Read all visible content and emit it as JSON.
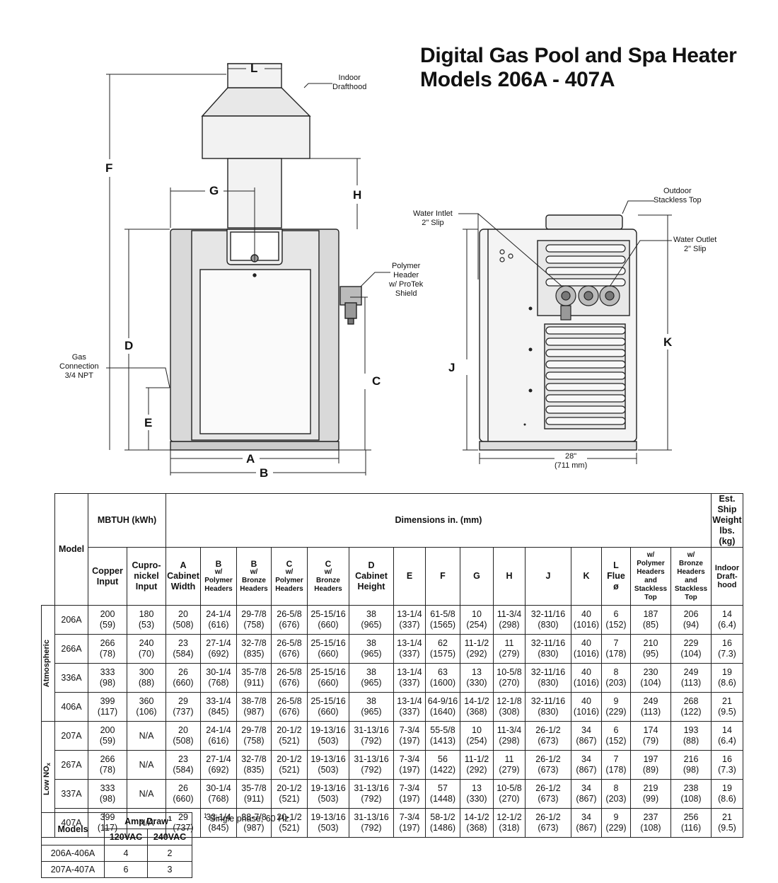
{
  "title": {
    "line1": "Digital Gas Pool and Spa Heater",
    "line2": "Models 206A - 407A"
  },
  "diagram": {
    "labels": {
      "indoor_drafthood": [
        "Indoor",
        "Drafthood"
      ],
      "gas_connection": [
        "Gas",
        "Connection",
        "3/4 NPT"
      ],
      "polymer_header": [
        "Polymer",
        "Header",
        "w/ ProTek",
        "Shield"
      ],
      "water_inlet": [
        "Water Intlet",
        "2\" Slip"
      ],
      "outdoor_top": [
        "Outdoor",
        "Stackless Top"
      ],
      "water_outlet": [
        "Water Outlet",
        "2\" Slip"
      ],
      "width_28": [
        "28\"",
        "(711 mm)"
      ]
    },
    "letters": {
      "L": "L",
      "F": "F",
      "G": "G",
      "H": "H",
      "D": "D",
      "C": "C",
      "E": "E",
      "A": "A",
      "B": "B",
      "J": "J",
      "K": "K"
    }
  },
  "table": {
    "group_mbtuh": "MBTUH (kWh)",
    "group_dims": "Dimensions in. (mm)",
    "group_weight": "Est. Ship Weight lbs. (kg)",
    "col_model": "Model",
    "col_copper": [
      "Copper",
      "Input"
    ],
    "col_cupro": [
      "Cupro-",
      "nickel",
      "Input"
    ],
    "col_A": [
      "A",
      "Cabinet",
      "Width"
    ],
    "col_B1": [
      "B",
      "w/",
      "Polymer",
      "Headers"
    ],
    "col_B2": [
      "B",
      "w/",
      "Bronze",
      "Headers"
    ],
    "col_C1": [
      "C",
      "w/",
      "Polymer",
      "Headers"
    ],
    "col_C2": [
      "C",
      "w/",
      "Bronze",
      "Headers"
    ],
    "col_D": [
      "D",
      "Cabinet",
      "Height"
    ],
    "col_E": "E",
    "col_F": "F",
    "col_G": "G",
    "col_H": "H",
    "col_J": "J",
    "col_K": "K",
    "col_L": [
      "L",
      "Flue",
      "ø"
    ],
    "col_W1": [
      "w/",
      "Polymer",
      "Headers",
      "and",
      "Stackless",
      "Top"
    ],
    "col_W2": [
      "w/",
      "Bronze",
      "Headers",
      "and",
      "Stackless",
      "Top"
    ],
    "col_W3": [
      "Indoor",
      "Draft-",
      "hood"
    ],
    "group_atm": "Atmospheric",
    "group_lownox": "Low NOx",
    "rows": [
      [
        "206A",
        "200",
        "(59)",
        "180",
        "(53)",
        "20",
        "(508)",
        "24-1/4",
        "(616)",
        "29-7/8",
        "(758)",
        "26-5/8",
        "(676)",
        "25-15/16",
        "(660)",
        "38",
        "(965)",
        "13-1/4",
        "(337)",
        "61-5/8",
        "(1565)",
        "10",
        "(254)",
        "11-3/4",
        "(298)",
        "32-11/16",
        "(830)",
        "40",
        "(1016)",
        "6",
        "(152)",
        "187",
        "(85)",
        "206",
        "(94)",
        "14",
        "(6.4)"
      ],
      [
        "266A",
        "266",
        "(78)",
        "240",
        "(70)",
        "23",
        "(584)",
        "27-1/4",
        "(692)",
        "32-7/8",
        "(835)",
        "26-5/8",
        "(676)",
        "25-15/16",
        "(660)",
        "38",
        "(965)",
        "13-1/4",
        "(337)",
        "62",
        "(1575)",
        "11-1/2",
        "(292)",
        "11",
        "(279)",
        "32-11/16",
        "(830)",
        "40",
        "(1016)",
        "7",
        "(178)",
        "210",
        "(95)",
        "229",
        "(104)",
        "16",
        "(7.3)"
      ],
      [
        "336A",
        "333",
        "(98)",
        "300",
        "(88)",
        "26",
        "(660)",
        "30-1/4",
        "(768)",
        "35-7/8",
        "(911)",
        "26-5/8",
        "(676)",
        "25-15/16",
        "(660)",
        "38",
        "(965)",
        "13-1/4",
        "(337)",
        "63",
        "(1600)",
        "13",
        "(330)",
        "10-5/8",
        "(270)",
        "32-11/16",
        "(830)",
        "40",
        "(1016)",
        "8",
        "(203)",
        "230",
        "(104)",
        "249",
        "(113)",
        "19",
        "(8.6)"
      ],
      [
        "406A",
        "399",
        "(117)",
        "360",
        "(106)",
        "29",
        "(737)",
        "33-1/4",
        "(845)",
        "38-7/8",
        "(987)",
        "26-5/8",
        "(676)",
        "25-15/16",
        "(660)",
        "38",
        "(965)",
        "13-1/4",
        "(337)",
        "64-9/16",
        "(1640)",
        "14-1/2",
        "(368)",
        "12-1/8",
        "(308)",
        "32-11/16",
        "(830)",
        "40",
        "(1016)",
        "9",
        "(229)",
        "249",
        "(113)",
        "268",
        "(122)",
        "21",
        "(9.5)"
      ],
      [
        "207A",
        "200",
        "(59)",
        "N/A",
        "",
        "20",
        "(508)",
        "24-1/4",
        "(616)",
        "29-7/8",
        "(758)",
        "20-1/2",
        "(521)",
        "19-13/16",
        "(503)",
        "31-13/16",
        "(792)",
        "7-3/4",
        "(197)",
        "55-5/8",
        "(1413)",
        "10",
        "(254)",
        "11-3/4",
        "(298)",
        "26-1/2",
        "(673)",
        "34",
        "(867)",
        "6",
        "(152)",
        "174",
        "(79)",
        "193",
        "(88)",
        "14",
        "(6.4)"
      ],
      [
        "267A",
        "266",
        "(78)",
        "N/A",
        "",
        "23",
        "(584)",
        "27-1/4",
        "(692)",
        "32-7/8",
        "(835)",
        "20-1/2",
        "(521)",
        "19-13/16",
        "(503)",
        "31-13/16",
        "(792)",
        "7-3/4",
        "(197)",
        "56",
        "(1422)",
        "11-1/2",
        "(292)",
        "11",
        "(279)",
        "26-1/2",
        "(673)",
        "34",
        "(867)",
        "7",
        "(178)",
        "197",
        "(89)",
        "216",
        "(98)",
        "16",
        "(7.3)"
      ],
      [
        "337A",
        "333",
        "(98)",
        "N/A",
        "",
        "26",
        "(660)",
        "30-1/4",
        "(768)",
        "35-7/8",
        "(911)",
        "20-1/2",
        "(521)",
        "19-13/16",
        "(503)",
        "31-13/16",
        "(792)",
        "7-3/4",
        "(197)",
        "57",
        "(1448)",
        "13",
        "(330)",
        "10-5/8",
        "(270)",
        "26-1/2",
        "(673)",
        "34",
        "(867)",
        "8",
        "(203)",
        "219",
        "(99)",
        "238",
        "(108)",
        "19",
        "(8.6)"
      ],
      [
        "407A",
        "399",
        "(117)",
        "N/A",
        "",
        "29",
        "(737)",
        "33-1/4",
        "(845)",
        "38-7/8",
        "(987)",
        "20-1/2",
        "(521)",
        "19-13/16",
        "(503)",
        "31-13/16",
        "(792)",
        "7-3/4",
        "(197)",
        "58-1/2",
        "(1486)",
        "14-1/2",
        "(368)",
        "12-1/2",
        "(318)",
        "26-1/2",
        "(673)",
        "34",
        "(867)",
        "9",
        "(229)",
        "237",
        "(108)",
        "256",
        "(116)",
        "21",
        "(9.5)"
      ]
    ]
  },
  "amp": {
    "col_models": "Models",
    "col_amp": "Amp Draw",
    "col_amp_sup": "1",
    "col_120": "120VAC",
    "col_240": "240VAC",
    "rows": [
      [
        "206A-406A",
        "4",
        "2"
      ],
      [
        "207A-407A",
        "6",
        "3"
      ]
    ]
  },
  "footnote": {
    "sup": "1",
    "text": "Single phase, 60 Hz."
  }
}
